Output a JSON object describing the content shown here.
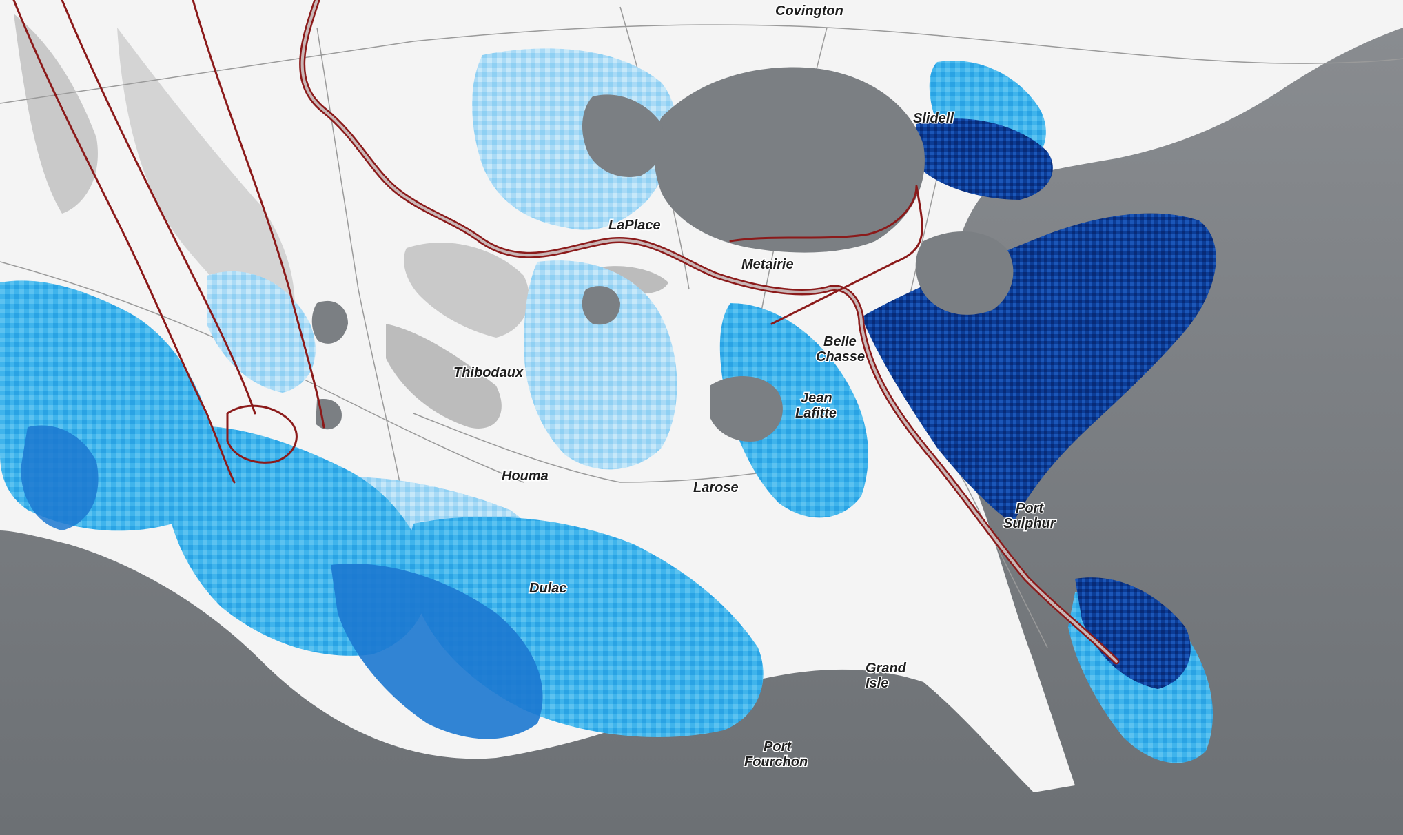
{
  "map": {
    "places": [
      {
        "id": "covington",
        "name": "Covington"
      },
      {
        "id": "slidell",
        "name": "Slidell"
      },
      {
        "id": "laplace",
        "name": "LaPlace"
      },
      {
        "id": "metairie",
        "name": "Metairie"
      },
      {
        "id": "belle-chasse",
        "lines": [
          "Belle",
          "Chasse"
        ]
      },
      {
        "id": "thibodaux",
        "name": "Thibodaux"
      },
      {
        "id": "jean-lafitte",
        "lines": [
          "Jean",
          "Lafitte"
        ]
      },
      {
        "id": "houma",
        "name": "Houma"
      },
      {
        "id": "larose",
        "name": "Larose"
      },
      {
        "id": "port-sulphur",
        "lines": [
          "Port",
          "Sulphur"
        ]
      },
      {
        "id": "dulac",
        "name": "Dulac"
      },
      {
        "id": "grand-isle",
        "lines": [
          "Grand",
          "Isle"
        ]
      },
      {
        "id": "port-fourchon",
        "lines": [
          "Port",
          "Fourchon"
        ]
      }
    ],
    "colors": {
      "land": "#f4f4f4",
      "water": "#7f8286",
      "lake": "#7b7f83",
      "flood_shallow": "#bfe3f7",
      "flood_light": "#8fd0f3",
      "flood_medium": "#3fb4ec",
      "flood_deep": "#1c78d0",
      "flood_deepest": "#08318a",
      "levee": "#8b1a1a",
      "roads": "#9a9a9a"
    }
  }
}
